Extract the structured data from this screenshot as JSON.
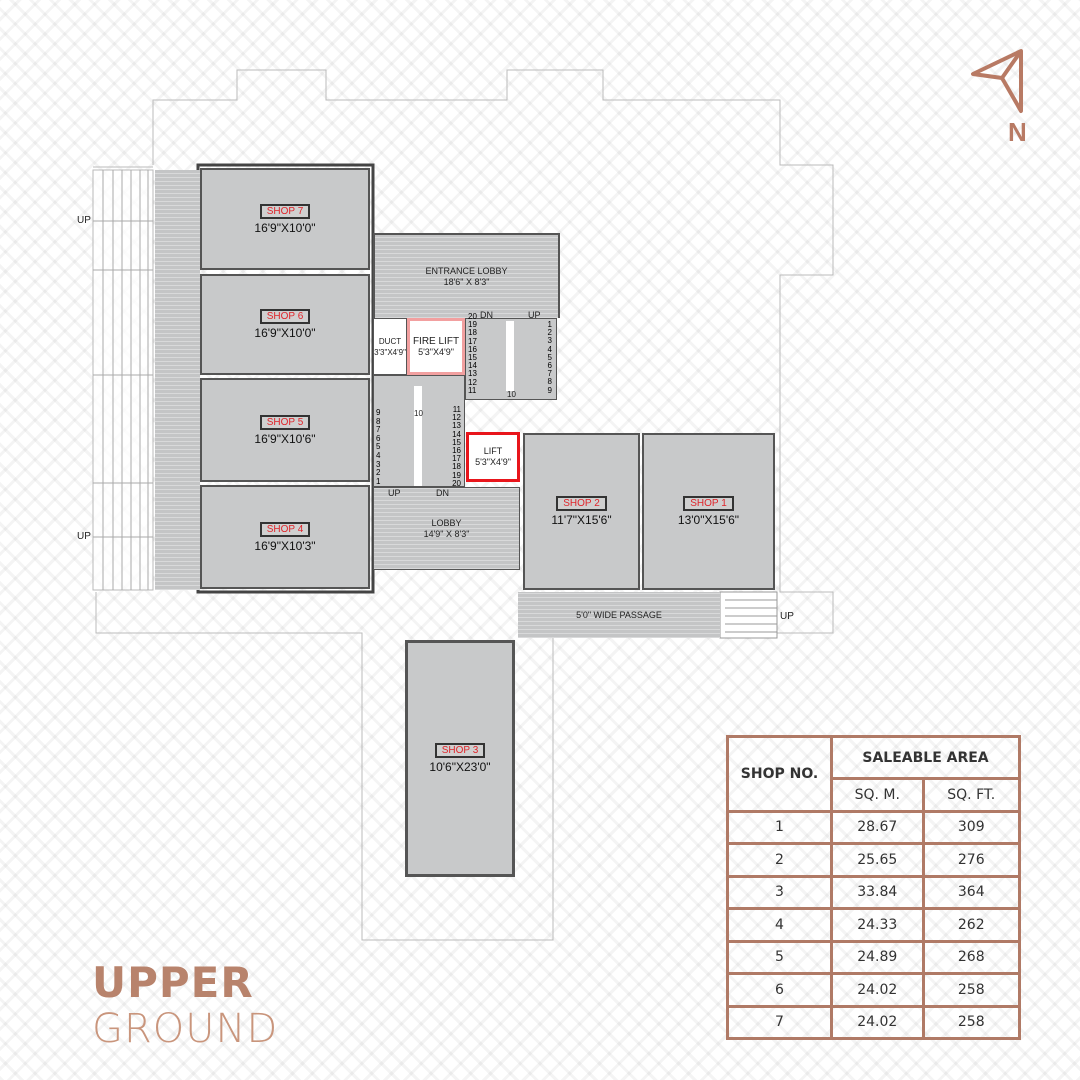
{
  "title": {
    "line1": "UPPER",
    "line2": "GROUND"
  },
  "compass": {
    "label": "N",
    "color": "#b87a64"
  },
  "rooms": {
    "shop7": {
      "label": "SHOP 7",
      "dim": "16'9\"X10'0\""
    },
    "shop6": {
      "label": "SHOP 6",
      "dim": "16'9\"X10'0\""
    },
    "shop5": {
      "label": "SHOP 5",
      "dim": "16'9\"X10'6\""
    },
    "shop4": {
      "label": "SHOP 4",
      "dim": "16'9\"X10'3\""
    },
    "shop2": {
      "label": "SHOP 2",
      "dim": "11'7\"X15'6\""
    },
    "shop1": {
      "label": "SHOP 1",
      "dim": "13'0\"X15'6\""
    },
    "shop3": {
      "label": "SHOP 3",
      "dim": "10'6\"X23'0\""
    },
    "entrance_lobby": {
      "label": "ENTRANCE LOBBY",
      "dim": "18'6\" X 8'3\""
    },
    "lobby": {
      "label": "LOBBY",
      "dim": "14'9\" X 8'3\""
    },
    "duct": {
      "label": "DUCT",
      "dim": "3'3\"X4'9\""
    },
    "fire_lift": {
      "label": "FIRE LIFT",
      "dim": "5'3\"X4'9\""
    },
    "lift": {
      "label": "LIFT",
      "dim": "5'3\"X4'9\""
    },
    "passage": {
      "label": "5'0\" WIDE PASSAGE"
    }
  },
  "stairs": {
    "up": "UP",
    "dn": "DN",
    "upper_left": [
      "20",
      "19",
      "18",
      "17",
      "16",
      "15",
      "14",
      "13",
      "12",
      "11"
    ],
    "upper_right": [
      "1",
      "2",
      "3",
      "4",
      "5",
      "6",
      "7",
      "8",
      "9"
    ],
    "mid": "10",
    "lower_left": [
      "9",
      "8",
      "7",
      "6",
      "5",
      "4",
      "3",
      "2",
      "1"
    ],
    "lower_right": [
      "11",
      "12",
      "13",
      "14",
      "15",
      "16",
      "17",
      "18",
      "19",
      "20"
    ]
  },
  "table": {
    "col_shop": "SHOP NO.",
    "col_area": "SALEABLE AREA",
    "col_sqm": "SQ. M.",
    "col_sqft": "SQ. FT.",
    "rows": [
      {
        "shop": "1",
        "sqm": "28.67",
        "sqft": "309"
      },
      {
        "shop": "2",
        "sqm": "25.65",
        "sqft": "276"
      },
      {
        "shop": "3",
        "sqm": "33.84",
        "sqft": "364"
      },
      {
        "shop": "4",
        "sqm": "24.33",
        "sqft": "262"
      },
      {
        "shop": "5",
        "sqm": "24.89",
        "sqft": "268"
      },
      {
        "shop": "6",
        "sqm": "24.02",
        "sqft": "258"
      },
      {
        "shop": "7",
        "sqm": "24.02",
        "sqft": "258"
      }
    ]
  }
}
